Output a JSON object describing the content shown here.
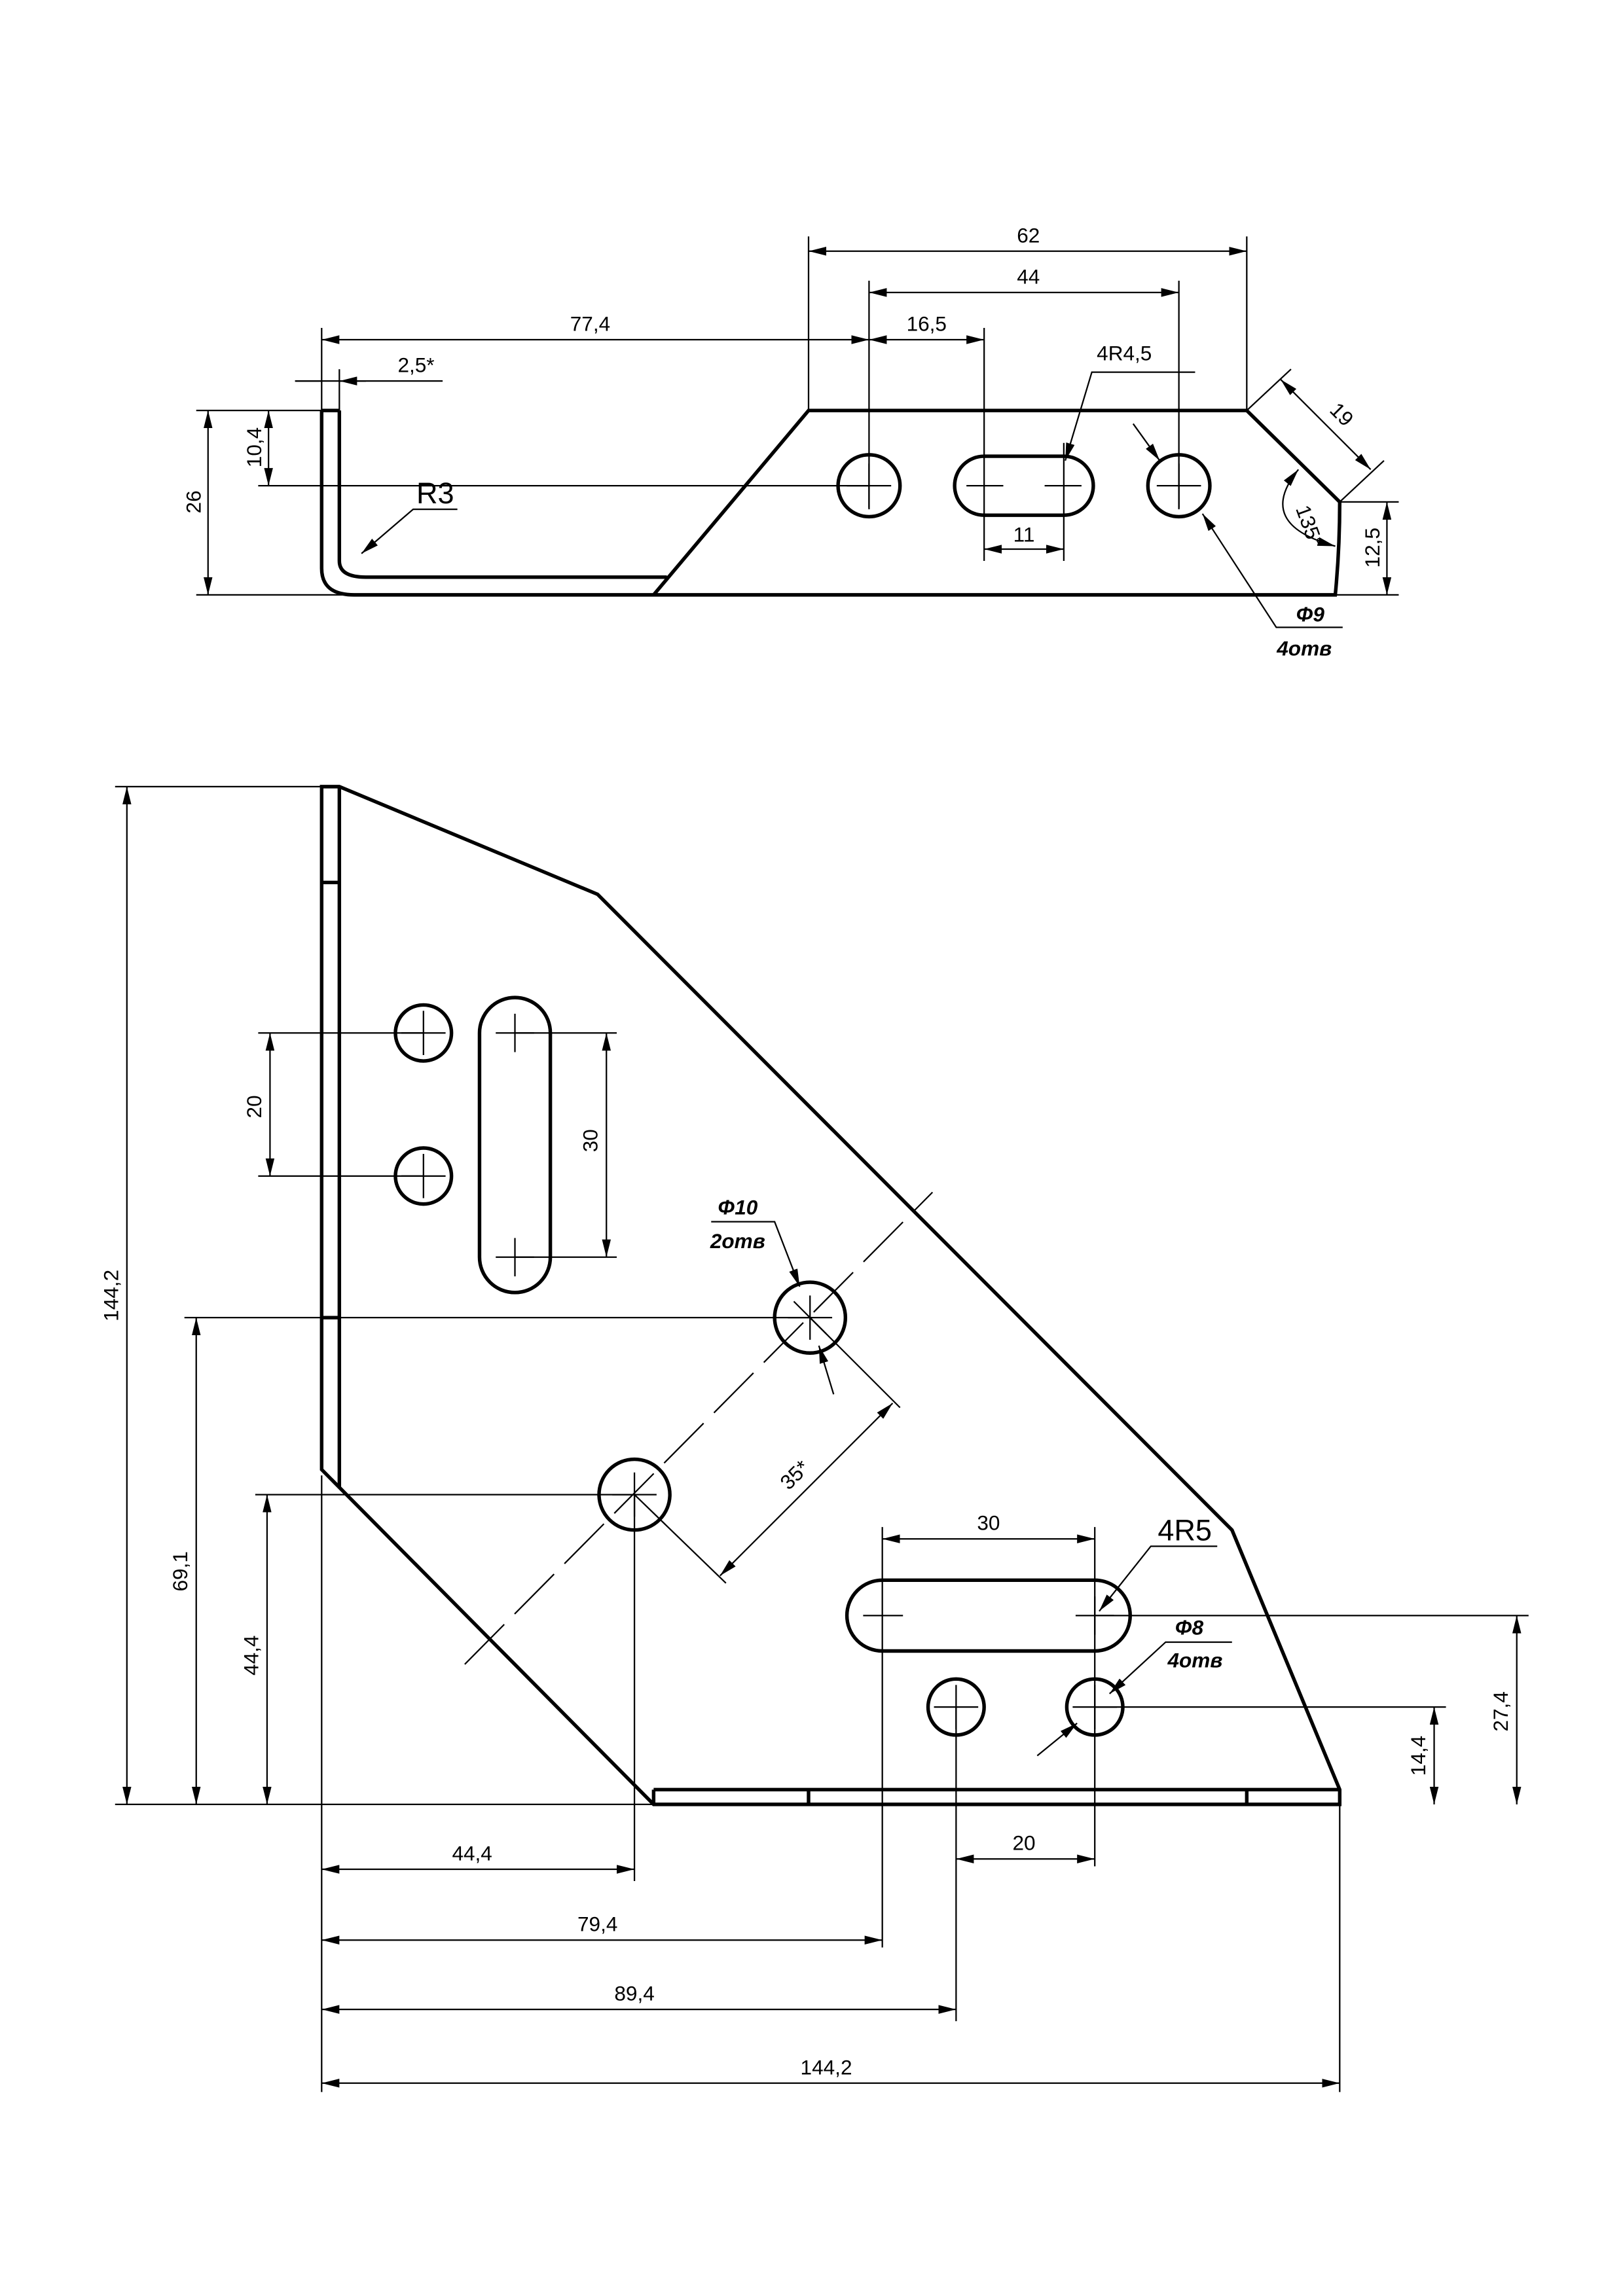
{
  "side_view": {
    "dims": {
      "d62": "62",
      "d44": "44",
      "d77": "77,4",
      "d16": "16,5",
      "d25": "2,5*",
      "d26": "26",
      "d104": "10,4",
      "d11": "11",
      "d125": "12,5",
      "d19": "19",
      "angle": "135°"
    },
    "radius_slot": "4R4,5",
    "radius_bend": "R3",
    "hole_dia": "Φ9",
    "hole_count": "4отв"
  },
  "plan_view": {
    "dims": {
      "h1442": "144,2",
      "h691": "69,1",
      "h444": "44,4",
      "h20": "20",
      "h30v": "30",
      "h30": "30",
      "h274": "27,4",
      "h144": "14,4",
      "b444": "44,4",
      "b20": "20",
      "b794": "79,4",
      "b894": "89,4",
      "b1442": "144,2",
      "d35": "35*"
    },
    "radius_slot": "4R5",
    "hole8_dia": "Φ8",
    "hole8_count": "4отв",
    "hole10_dia": "Φ10",
    "hole10_count": "2отв"
  }
}
